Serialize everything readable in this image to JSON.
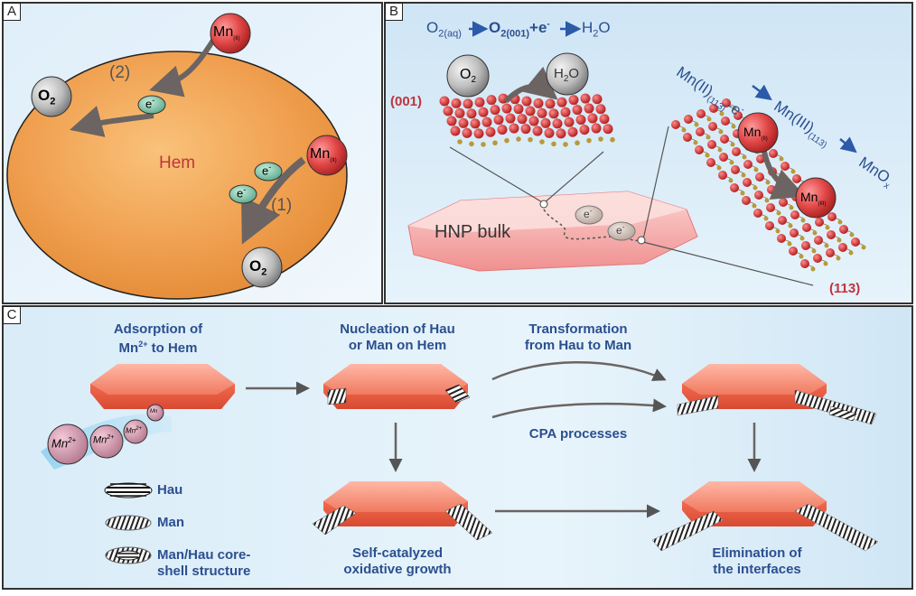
{
  "panels": {
    "a": {
      "label": "A",
      "hem": "Hem",
      "o2": "O",
      "o2_sub": "2",
      "mn": "Mn",
      "mn_sub": "(II)",
      "electron": "e",
      "electron_sup": "-",
      "path1": "(1)",
      "path2": "(2)"
    },
    "b": {
      "label": "B",
      "eq_o2aq": "O",
      "eq_o2aq_sub": "2(aq)",
      "eq_o2001": "O",
      "eq_o2001_sub": "2(001)",
      "eq_plus_e": "+e",
      "eq_minus": "-",
      "eq_h2o": "H",
      "eq_h2o_sub": "2",
      "eq_h2o_end": "O",
      "mn_eq": {
        "p1": "Mn(II)",
        "s1": "(113)",
        "p2": "-e",
        "sup2": "-",
        "p3": "Mn(III)",
        "s3": "(113)",
        "p4": "MnO",
        "s4": "x"
      },
      "face001": "(001)",
      "face113": "(113)",
      "o2": "O",
      "o2_sub": "2",
      "h2o": "H",
      "h2o_sub": "2",
      "h2o_end": "O",
      "mn2": "Mn",
      "mn2_sub": "(II)",
      "mn3": "Mn",
      "mn3_sub": "(III)",
      "bulk": "HNP bulk",
      "electron": "e",
      "electron_sup": "-"
    },
    "c": {
      "label": "C",
      "step1_line1": "Adsorption of",
      "step1_line2a": "Mn",
      "step1_line2sup": "2+",
      "step1_line2b": " to Hem",
      "step2_line1": "Nucleation of Hau",
      "step2_line2": "or Man on Hem",
      "step3_line1": "Transformation",
      "step3_line2": "from Hau to Man",
      "cpa": "CPA processes",
      "step4_line1": "Self-catalyzed",
      "step4_line2": "oxidative growth",
      "step5_line1": "Elimination of",
      "step5_line2": "the interfaces",
      "ion_label": "Mn",
      "ion_sup": "2+",
      "legend": [
        {
          "label": "Hau"
        },
        {
          "label": "Man"
        },
        {
          "label": "Man/Hau core-",
          "label2": "shell structure"
        }
      ]
    }
  },
  "colors": {
    "frame": "#333333",
    "panel_bg_a": "#eaf3fb",
    "panel_bg_b": "#d9ecf8",
    "hem_orange": "#f0a050",
    "mn_red": "#d83a3a",
    "electron_green": "#7fc7a8",
    "crystal_red": "#e8644a",
    "text_blue": "#2b4f8f",
    "text_red": "#c0343c"
  }
}
